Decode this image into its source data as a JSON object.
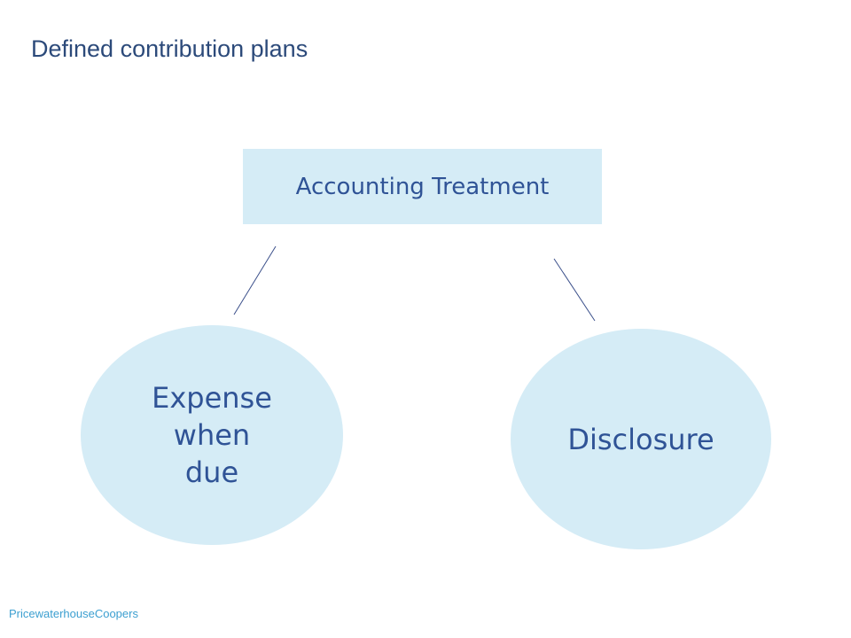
{
  "title": "Defined contribution plans",
  "diagram": {
    "root": "Accounting Treatment",
    "children": [
      "Expense\nwhen\ndue",
      "Disclosure"
    ]
  },
  "footer": "PricewaterhouseCoopers",
  "colors": {
    "title": "#2c4a7a",
    "box_fill": "#d5ecf6",
    "box_text": "#2f5396",
    "connector": "#3a4f8a",
    "footer": "#3c9fd0"
  }
}
